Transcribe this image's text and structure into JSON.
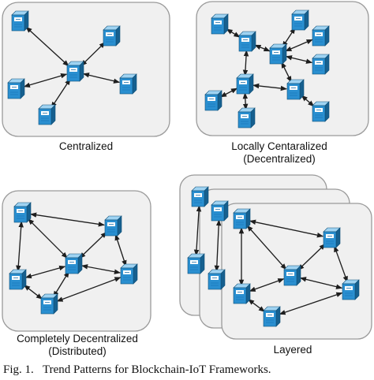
{
  "panels": [
    {
      "id": "centralized",
      "caption_lines": [
        "Centralized"
      ]
    },
    {
      "id": "locally",
      "caption_lines": [
        "Locally Centaralized",
        "(Decentralized)"
      ]
    },
    {
      "id": "distributed",
      "caption_lines": [
        "Completely Decentralized",
        "(Distributed)"
      ]
    },
    {
      "id": "layered",
      "caption_lines": [
        "Layered"
      ]
    }
  ],
  "figure_caption": {
    "label": "Fig. 1.",
    "text": "Trend Patterns for Blockchain-IoT Frameworks."
  },
  "colors": {
    "node_front": "#2a8fd0",
    "node_side": "#16608f",
    "node_top": "#9fd3f2",
    "node_label": "#ffffff",
    "edge": "#1e1e1e"
  },
  "icons": {
    "node": "server-node-icon",
    "connection": "double-arrow-line"
  }
}
